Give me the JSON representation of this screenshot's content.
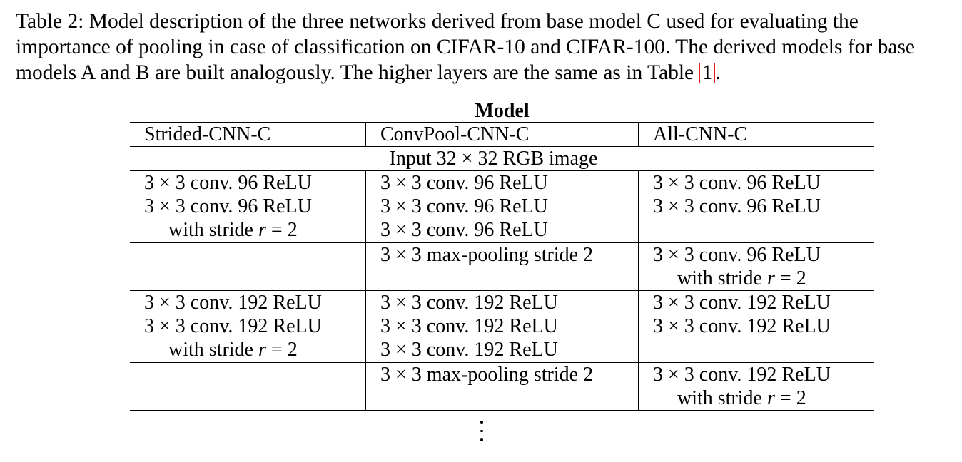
{
  "caption": {
    "text_before_ref": "Table 2: Model description of the three networks derived from base model C used for evaluating the importance of pooling in case of classification on CIFAR-10 and CIFAR-100. The derived models for base models A and B are built analogously. The higher layers are the same as in Table ",
    "ref": "1",
    "text_after_ref": "."
  },
  "table": {
    "header": "Model",
    "columns": [
      "Strided-CNN-C",
      "ConvPool-CNN-C",
      "All-CNN-C"
    ],
    "input_row": "Input 32 × 32 RGB image",
    "blocks": [
      {
        "strided": [
          "3 × 3 conv. 96 ReLU",
          "3 × 3 conv. 96 ReLU",
          "with stride r = 2"
        ],
        "convpool": [
          "3 × 3 conv. 96 ReLU",
          "3 × 3 conv. 96 ReLU",
          "3 × 3 conv. 96 ReLU"
        ],
        "allcnn": [
          "3 × 3 conv. 96 ReLU",
          "3 × 3 conv. 96 ReLU"
        ]
      },
      {
        "strided": [],
        "convpool": [
          "3 × 3 max-pooling stride 2"
        ],
        "allcnn": [
          "3 × 3 conv. 96 ReLU",
          "with stride r = 2"
        ]
      },
      {
        "strided": [
          "3 × 3 conv. 192 ReLU",
          "3 × 3 conv. 192 ReLU",
          "with stride r = 2"
        ],
        "convpool": [
          "3 × 3 conv. 192 ReLU",
          "3 × 3 conv. 192 ReLU",
          "3 × 3 conv. 192 ReLU"
        ],
        "allcnn": [
          "3 × 3 conv. 192 ReLU",
          "3 × 3 conv. 192 ReLU"
        ]
      },
      {
        "strided": [],
        "convpool": [
          "3 × 3 max-pooling stride 2"
        ],
        "allcnn": [
          "3 × 3 conv. 192 ReLU",
          "with stride r = 2"
        ]
      }
    ],
    "continuation": "⋮"
  }
}
